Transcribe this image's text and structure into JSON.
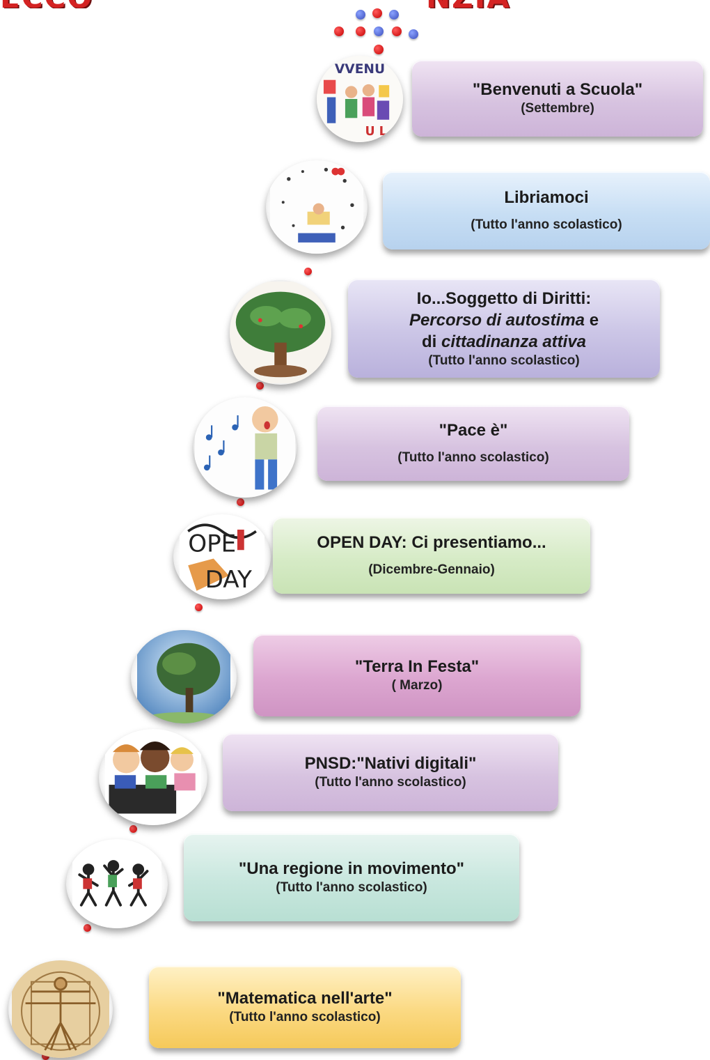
{
  "header": {
    "title_left": "ECCO",
    "title_right": "NZIA"
  },
  "activities": [
    {
      "title": "\"Benvenuti a Scuola\"",
      "subtitle": "(Settembre)",
      "image_icon": "children-welcome-icon"
    },
    {
      "title": "Libriamoci",
      "subtitle": "(Tutto l'anno scolastico)",
      "image_icon": "reading-book-icon"
    },
    {
      "title_line1": "Io...Soggetto di Diritti:",
      "title_line2_italic": "Percorso di autostima",
      "title_line2_suffix": " e",
      "title_line3_prefix": "di ",
      "title_line3_italic": "cittadinanza attiva",
      "subtitle": "(Tutto l'anno scolastico)",
      "image_icon": "tree-rights-icon"
    },
    {
      "title": "\"Pace è\"",
      "subtitle": "(Tutto l'anno scolastico)",
      "image_icon": "singing-child-icon"
    },
    {
      "title": "OPEN DAY: Ci presentiamo...",
      "subtitle": "(Dicembre-Gennaio)",
      "image_icon": "open-day-icon"
    },
    {
      "title": "\"Terra In Festa\"",
      "subtitle": "( Marzo)",
      "image_icon": "earth-tree-icon"
    },
    {
      "title": "PNSD:\"Nativi digitali\"",
      "subtitle": "(Tutto l'anno scolastico)",
      "image_icon": "kids-computer-icon"
    },
    {
      "title": "\"Una regione in movimento\"",
      "subtitle": "(Tutto l'anno scolastico)",
      "image_icon": "dancing-figures-icon"
    },
    {
      "title": "\"Matematica nell'arte\"",
      "subtitle": "(Tutto l'anno scolastico)",
      "image_icon": "vitruvian-man-icon"
    }
  ]
}
